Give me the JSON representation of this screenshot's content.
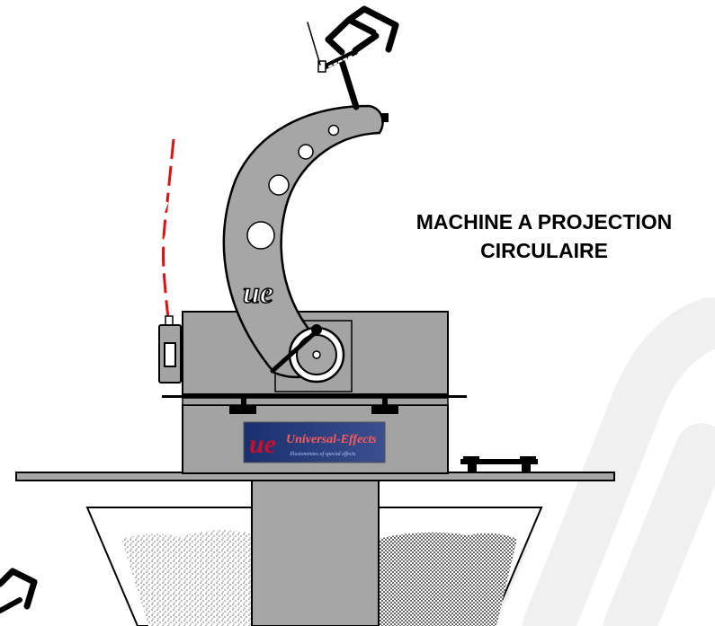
{
  "diagram": {
    "title_line1": "MACHINE A PROJECTION",
    "title_line2": "CIRCULAIRE",
    "arm_logo": "ue",
    "brand_logo_mark": "ue",
    "brand_name": "Universal-Effects",
    "brand_tagline": "Illusionnistes of special effects"
  },
  "colors": {
    "arm_fill": "#a6a6a6",
    "machine_fill": "#a3a3a3",
    "column_fill": "#a6a6a6",
    "logo_red": "#c8102e",
    "logo_blue": "#1f3d8a",
    "cable_red": "#e01010",
    "watermark": "#f0f0f0"
  },
  "icons": [
    "machine-icon",
    "gripper-icon",
    "switch-icon"
  ]
}
